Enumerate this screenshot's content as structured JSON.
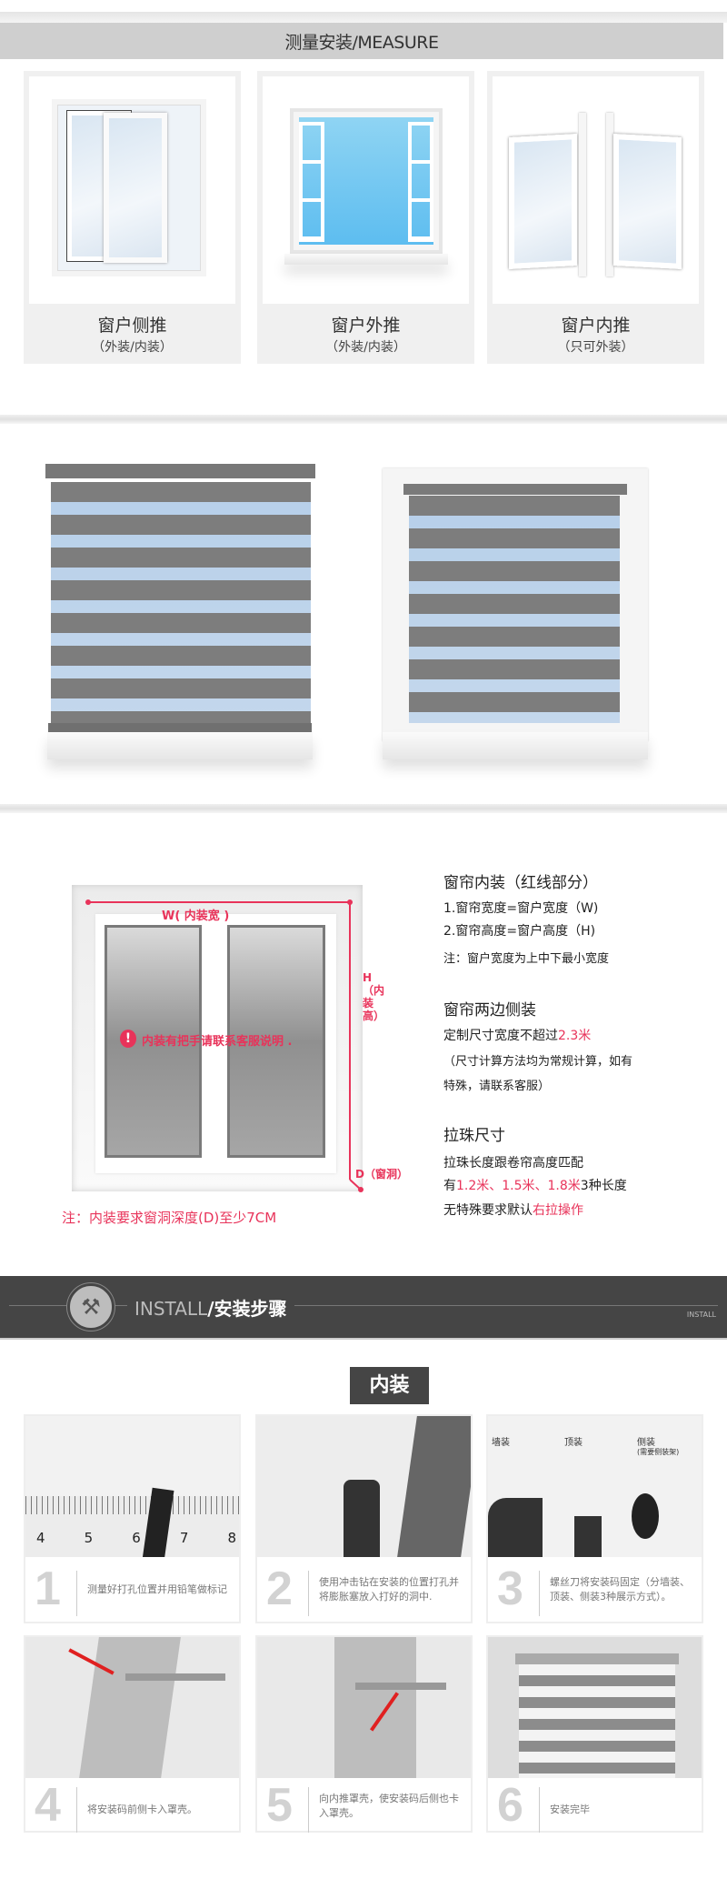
{
  "measure": {
    "title": "测量安装/MEASURE",
    "cards": [
      {
        "title": "窗户侧推",
        "subtitle": "（外装/内装）"
      },
      {
        "title": "窗户外推",
        "subtitle": "（外装/内装）"
      },
      {
        "title": "窗户内推",
        "subtitle": "（只可外装）"
      }
    ]
  },
  "diagram": {
    "w_label": "W( 内装宽 )",
    "h_label": "H（内装高）",
    "d_label": "D（窗洞）",
    "warning": "内装有把手请联系客服说明 .",
    "bottom_note": "注：内装要求窗洞深度(D)至少7CM",
    "accent_color": "#e8335a"
  },
  "specs": {
    "inner_title": "窗帘内装（红线部分）",
    "inner_line1": "1.窗帘宽度=窗户宽度（W)",
    "inner_line2": "2.窗帘高度=窗户高度（H)",
    "inner_note": "注：窗户宽度为上中下最小宽度",
    "side_title": "窗帘两边侧装",
    "side_line1_a": "定制尺寸宽度不超过",
    "side_line1_b": "2.3米",
    "side_note1": "（尺寸计算方法均为常规计算，如有",
    "side_note2": "特殊，请联系客服）",
    "chain_title": "拉珠尺寸",
    "chain_line1": "拉珠长度跟卷帘高度匹配",
    "chain_line2_a": "有",
    "chain_line2_b": "1.2米、1.5米、1.8米",
    "chain_line2_c": "3种长度",
    "chain_line3_a": "无特殊要求默认",
    "chain_line3_b": "右拉操作"
  },
  "install": {
    "title_en": "INSTALL",
    "title_cn": "/安装步骤",
    "corner": "INSTALL",
    "icon": "tools-icon",
    "section_label": "内装",
    "photo_labels": {
      "wall": "墙装",
      "top": "顶装",
      "side": "侧装",
      "side_note": "(需要侧装架)"
    },
    "ruler": [
      "4",
      "5",
      "6",
      "7",
      "8"
    ],
    "steps": [
      {
        "num": "1",
        "text": "测量好打孔位置并用铅笔做标记"
      },
      {
        "num": "2",
        "text": "使用冲击钻在安装的位置打孔并将膨胀塞放入打好的洞中."
      },
      {
        "num": "3",
        "text": "螺丝刀将安装码固定（分墙装、顶装、侧装3种展示方式）。"
      },
      {
        "num": "4",
        "text": "将安装码前侧卡入罩壳。"
      },
      {
        "num": "5",
        "text": "向内推罩壳，使安装码后侧也卡入罩壳。"
      },
      {
        "num": "6",
        "text": "安装完毕"
      }
    ]
  }
}
